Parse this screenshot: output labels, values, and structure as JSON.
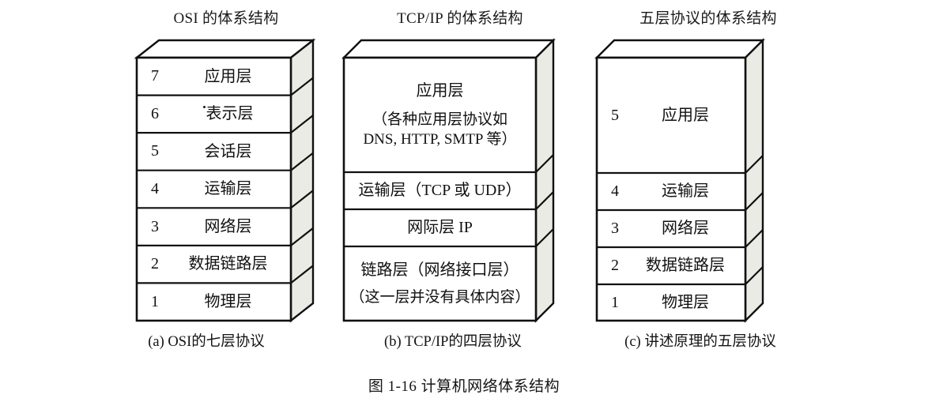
{
  "figure": {
    "caption": "图 1-16    计算机网络体系结构"
  },
  "stacks": [
    {
      "id": "osi",
      "title": "OSI 的体系结构",
      "sub_caption": "(a) OSI的七层协议",
      "layers": [
        {
          "num": "7",
          "name": "应用层"
        },
        {
          "num": "6",
          "name": "表示层"
        },
        {
          "num": "5",
          "name": "会话层"
        },
        {
          "num": "4",
          "name": "运输层"
        },
        {
          "num": "3",
          "name": "网络层"
        },
        {
          "num": "2",
          "name": "数据链路层"
        },
        {
          "num": "1",
          "name": "物理层"
        }
      ]
    },
    {
      "id": "tcpip",
      "title": "TCP/IP 的体系结构",
      "sub_caption": "(b) TCP/IP的四层协议",
      "layers": [
        {
          "num": "",
          "name": "应用层",
          "line2": "（各种应用层协议如",
          "line3": "DNS, HTTP, SMTP 等）"
        },
        {
          "num": "",
          "name": "运输层（TCP 或 UDP）"
        },
        {
          "num": "",
          "name": "网际层 IP"
        },
        {
          "num": "",
          "name": "链路层（网络接口层）",
          "line2": "（这一层并没有具体内容）"
        }
      ]
    },
    {
      "id": "five-layer",
      "title": "五层协议的体系结构",
      "sub_caption": "(c) 讲述原理的五层协议",
      "layers": [
        {
          "num": "5",
          "name": "应用层"
        },
        {
          "num": "4",
          "name": "运输层"
        },
        {
          "num": "3",
          "name": "网络层"
        },
        {
          "num": "2",
          "name": "数据链路层"
        },
        {
          "num": "1",
          "name": "物理层"
        }
      ]
    }
  ],
  "colors": {
    "stroke": "#111111",
    "face": "#ffffff",
    "side_shade": "#ebebe6",
    "background": "#ffffff"
  }
}
